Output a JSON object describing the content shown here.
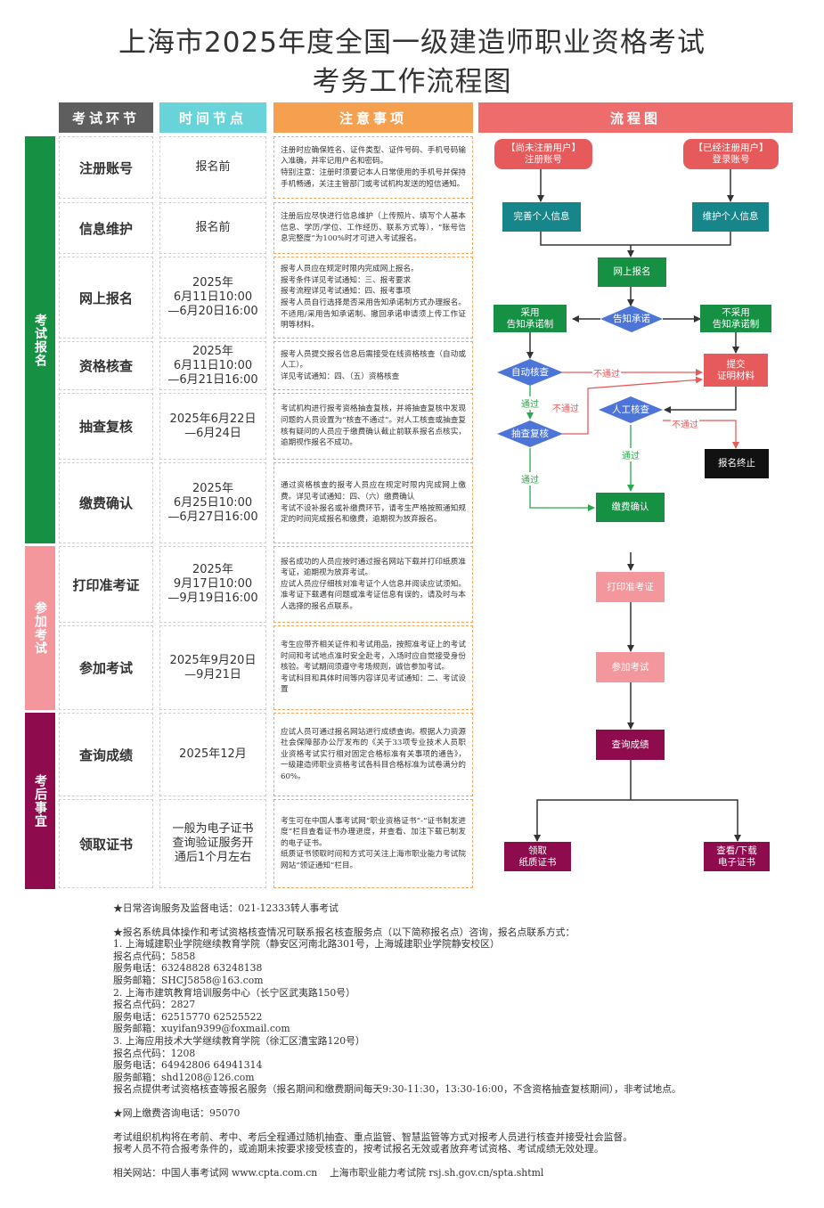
{
  "title": {
    "line1": "上海市2025年度全国一级建造师职业资格考试",
    "line2": "考务工作流程图"
  },
  "headers": {
    "stage": "考试环节",
    "time": "时间节点",
    "notes": "注意事项",
    "flow": "流程图"
  },
  "sections": [
    {
      "label": "考试报名",
      "color": "#169143"
    },
    {
      "label": "参加考试",
      "color": "#f3979c"
    },
    {
      "label": "考后事宜",
      "color": "#8e0b4e"
    }
  ],
  "rows": [
    {
      "stage": "注册账号",
      "time": "报名前",
      "note": "注册时应确保姓名、证件类型、证件号码、手机号码输入准确，并牢记用户名和密码。\n特别注意：注册时须要记本人日常使用的手机号并保持手机畅通，关注主管部门或考试机构发送的短信通知。"
    },
    {
      "stage": "信息维护",
      "time": "报名前",
      "note": "注册后应尽快进行信息维护（上传照片、填写个人基本信息、学历/学位、工作经历、联系方式等），“账号信息完整度”为100%时才可进入考试报名。"
    },
    {
      "stage": "网上报名",
      "time": "2025年\n6月11日10:00\n—6月20日16:00",
      "note": "报考人员应在规定时限内完成网上报名。\n报考条件详见考试通知：三、报考要求\n报考流程详见考试通知：四、报考事项\n报考人员自行选择是否采用告知承诺制方式办理报名。不适用/采用告知承诺制、撤回承诺申请须上传工作证明等材料。"
    },
    {
      "stage": "资格核查",
      "time": "2025年\n6月11日10:00\n—6月21日16:00",
      "note": "报考人员提交报名信息后需接受在线资格核查（自动或人工）。\n详见考试通知：四、（五）资格核查"
    },
    {
      "stage": "抽查复核",
      "time": "2025年6月22日\n—6月24日",
      "note": "考试机构进行报考资格抽查复核，并将抽查复核中发现问题的人员设置为“核查不通过”。对人工核查或抽查复核有疑问的人员应于缴费确认截止前联系报名点核实，逾期视作报名不成功。"
    },
    {
      "stage": "缴费确认",
      "time": "2025年\n6月25日10:00\n—6月27日16:00",
      "note": "通过资格核查的报考人员应在规定时限内完成网上缴费。详见考试通知：四、（六）缴费确认\n考试不设补报名或补缴费环节，请考生严格按照通知规定的时间完成报名和缴费，逾期视为放弃报名。"
    },
    {
      "stage": "打印准考证",
      "time": "2025年\n9月17日10:00\n—9月19日16:00",
      "note": "报名成功的人员应按时通过报名网站下载并打印纸质准考证，逾期视为放弃考试。\n应试人员应仔细核对准考证个人信息并阅读应试须知。准考证下载遇有问题或准考证信息有误的，请及时与本人选择的报名点联系。"
    },
    {
      "stage": "参加考试",
      "time": "2025年9月20日\n—9月21日",
      "note": "考生应带齐相关证件和考试用品，按照准考证上的考试时间和考试地点准时安全赴考，入场时应自觉接受身份核验。考试期间须遵守考场规则，诚信参加考试。\n考试科目和具体时间等内容详见考试通知：二、考试设置"
    },
    {
      "stage": "查询成绩",
      "time": "2025年12月",
      "note": "应试人员可通过报名网站进行成绩查询。根据人力资源社会保障部办公厅发布的《关于33项专业技术人员职业资格考试实行相对固定合格标准有关事项的通告》，一级建造师职业资格考试各科目合格标准为试卷满分的60%。"
    },
    {
      "stage": "领取证书",
      "time": "一般为电子证书\n查询验证服务开\n通后1个月左右",
      "note": "考生可在中国人事考试网“职业资格证书”-“证书制发进度”栏目查看证书办理进度，并查看、加注下载已制发的电子证书。\n纸质证书领取时间和方式可关注上海市职业能力考试院网站“领证通知”栏目。"
    }
  ],
  "flow": {
    "unregistered": "【尚未注册用户】\n注册账号",
    "registered": "【已经注册用户】\n登录账号",
    "complete_info": "完善个人信息",
    "maintain_info": "维护个人信息",
    "apply_online": "网上报名",
    "commitment": "告知承诺",
    "adopt": "采用\n告知承诺制",
    "not_adopt": "不采用\n告知承诺制",
    "auto_check": "自动核查",
    "submit_proof": "提交\n证明材料",
    "manual_check": "人工核查",
    "spot_check": "抽查复核",
    "terminated": "报名终止",
    "payment": "缴费确认",
    "print_ticket": "打印准考证",
    "take_exam": "参加考试",
    "query_score": "查询成绩",
    "paper_cert": "领取\n纸质证书",
    "e_cert": "查看/下载\n电子证书",
    "pass": "通过",
    "fail": "不通过",
    "colors": {
      "red": "#e75a5b",
      "teal": "#16868a",
      "green": "#169143",
      "blue": "#4d75d8",
      "black": "#111111",
      "pink": "#f3979c",
      "plum": "#8e0b4e"
    }
  },
  "footer": {
    "hotline": "★日常咨询服务及监督电话：021-12333转人事考试",
    "service_intro": "★报名系统具体操作和考试资格核查情况可联系报名核查服务点（以下简称报名点）咨询，报名点联系方式：",
    "points": [
      {
        "name": "1. 上海城建职业学院继续教育学院（静安区河南北路301号，上海城建职业学院静安校区）",
        "code": "报名点代码：5858",
        "phone": "服务电话：63248828 63248138",
        "email": "服务邮箱：SHCJ5858@163.com"
      },
      {
        "name": "2. 上海市建筑教育培训服务中心（长宁区武夷路150号）",
        "code": "报名点代码：2827",
        "phone": "服务电话：62515770 62525522",
        "email": "服务邮箱：xuyifan9399@foxmail.com"
      },
      {
        "name": "3. 上海应用技术大学继续教育学院（徐汇区漕宝路120号）",
        "code": "报名点代码：1208",
        "phone": "服务电话：64942806 64941314",
        "email": "服务邮箱：shd1208@126.com"
      }
    ],
    "service_hours": "报名点提供考试资格核查等报名服务（报名期间和缴费期间每天9:30-11:30，13:30-16:00，不含资格抽查复核期间），非考试地点。",
    "payment_hotline": "★网上缴费咨询电话：95070",
    "supervision1": "考试组织机构将在考前、考中、考后全程通过随机抽查、重点监管、智慧监管等方式对报考人员进行核查并接受社会监督。",
    "supervision2": "报考人员不符合报考条件的，或逾期未按要求接受核查的，按考试报名无效或者放弃考试资格、考试成绩无效处理。",
    "websites": "相关网站：中国人事考试网 www.cpta.com.cn    上海市职业能力考试院 rsj.sh.gov.cn/spta.shtml"
  }
}
